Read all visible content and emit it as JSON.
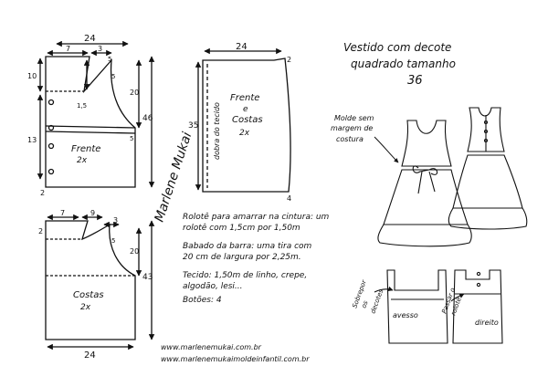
{
  "title": {
    "line1": "Vestido com decote",
    "line2": "quadrado tamanho",
    "size": "36"
  },
  "front_bodice": {
    "width": "24",
    "top_left": "7",
    "top_neck": "3",
    "height_right": "20",
    "height_total": "46",
    "left_upper": "10",
    "left_mid": "13",
    "left_bottom": "2",
    "neck_depth": "1,5",
    "armhole": "5",
    "shoulder_drop": "5",
    "side_mark": "5",
    "label": "Frente",
    "count": "2x"
  },
  "skirt": {
    "width": "24",
    "corner_top": "2",
    "length": "35",
    "fold_text": "dobra do tecido",
    "label1": "Frente",
    "label2": "e",
    "label3": "Costas",
    "count": "2x",
    "corner_bottom": "4"
  },
  "back_bodice": {
    "width_top_left": "7",
    "top_neck": "9",
    "top_right": "3",
    "left_upper": "2",
    "height_right": "20",
    "height_total": "43",
    "curve_mark": "5",
    "label": "Costas",
    "count": "2x",
    "width_bottom": "24"
  },
  "signature": "Marlene Mukai",
  "notes": {
    "line1": "Rolotê para amarrar na cintura: um",
    "line2": "rolotê com 1,5cm por 1,50m",
    "line3": "Babado da barra: uma tira com",
    "line4": "20 cm de largura por 2,25m.",
    "line5": "Tecido: 1,50m de linho, crepe,",
    "line6": "algodão, lesi...",
    "line7": "Botões: 4"
  },
  "molde_note": {
    "line1": "Molde sem",
    "line2": "margem de",
    "line3": "costura"
  },
  "detail": {
    "left_note1": "Sobrepor",
    "left_note2": "os",
    "left_note3": "decotes",
    "center_note1": "Passar o",
    "center_note2": "rolotê",
    "avesso": "avesso",
    "direito": "direito"
  },
  "urls": {
    "url1": "www.marlenemukai.com.br",
    "url2": "www.marlenemukaimoldeinfantil.com.br"
  }
}
